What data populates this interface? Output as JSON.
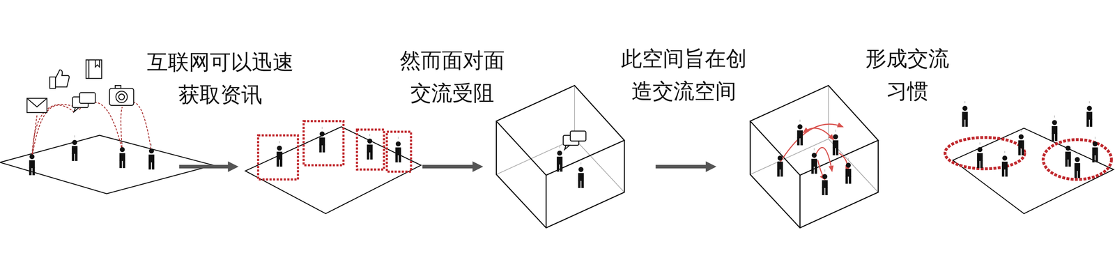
{
  "diagram": {
    "labels": [
      "互联网可以迅速 获取资讯",
      "然而面对面 交流受阻",
      "此空间旨在创 造交流空间",
      "形成交流 习惯"
    ]
  }
}
